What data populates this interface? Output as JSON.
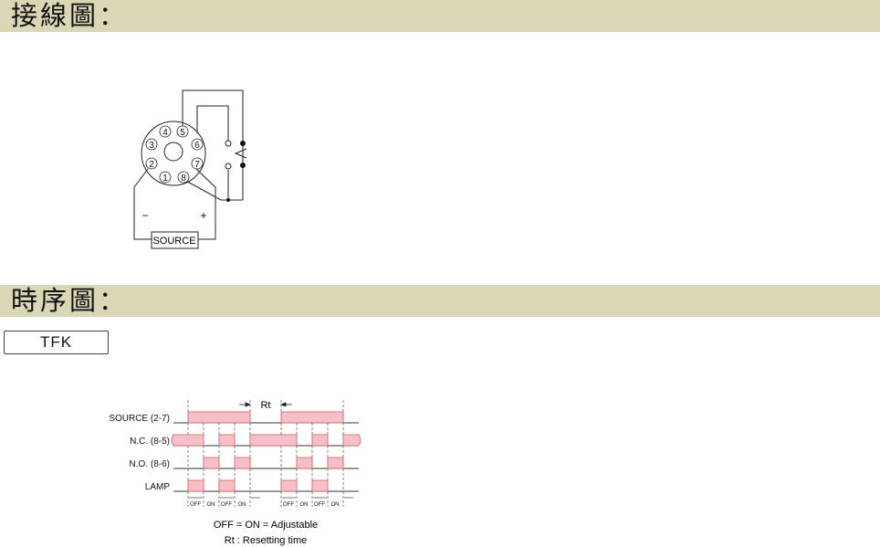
{
  "sections": {
    "wiring_title": "接線圖：",
    "timing_title": "時序圖："
  },
  "model": "TFK",
  "wiring": {
    "pins": [
      "1",
      "2",
      "3",
      "4",
      "5",
      "6",
      "7",
      "8"
    ],
    "minus": "−",
    "plus": "+",
    "source_label": "SOURCE"
  },
  "timing": {
    "rows": [
      "SOURCE (2-7)",
      "N.C. (8-5)",
      "N.O. (8-6)",
      "LAMP"
    ],
    "rt_label": "Rt",
    "intervals": [
      "OFF",
      "ON",
      "OFF",
      "ON",
      "OFF",
      "ON",
      "OFF",
      "ON"
    ],
    "legend_line1": "OFF = ON = Adjustable",
    "legend_line2": "Rt : Resetting time"
  },
  "colors": {
    "band": "#d9d7b6",
    "signal_fill": "#f6c0c6",
    "signal_stroke": "#d06070"
  }
}
